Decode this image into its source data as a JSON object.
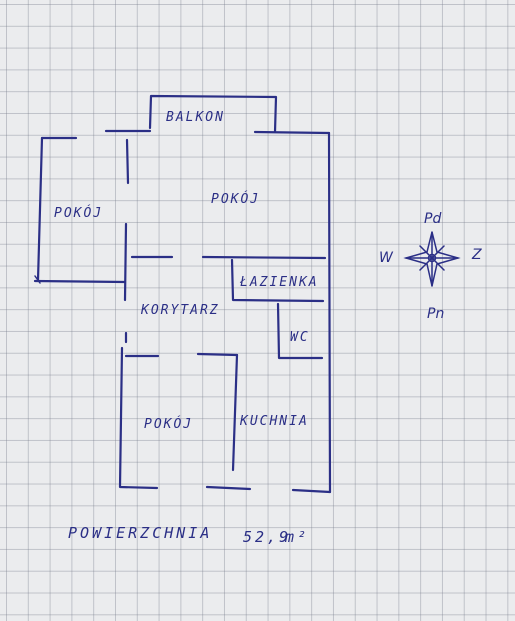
{
  "rooms": {
    "balcony": "BALKON",
    "room_left": "POKÓJ",
    "room_main": "POKÓJ",
    "bathroom": "ŁAZIENKA",
    "corridor": "KORYTARZ",
    "wc": "WC",
    "room_bottom": "POKÓJ",
    "kitchen": "KUCHNIA"
  },
  "area": {
    "label": "POWIERZCHNIA",
    "value": "52,9",
    "unit": "m²"
  },
  "compass": {
    "north": "Pd",
    "south": "Pn",
    "west": "W",
    "east": "Z"
  },
  "colors": {
    "ink": "#2b2f86",
    "paper": "#ebecee",
    "grid": "#787d8c"
  }
}
